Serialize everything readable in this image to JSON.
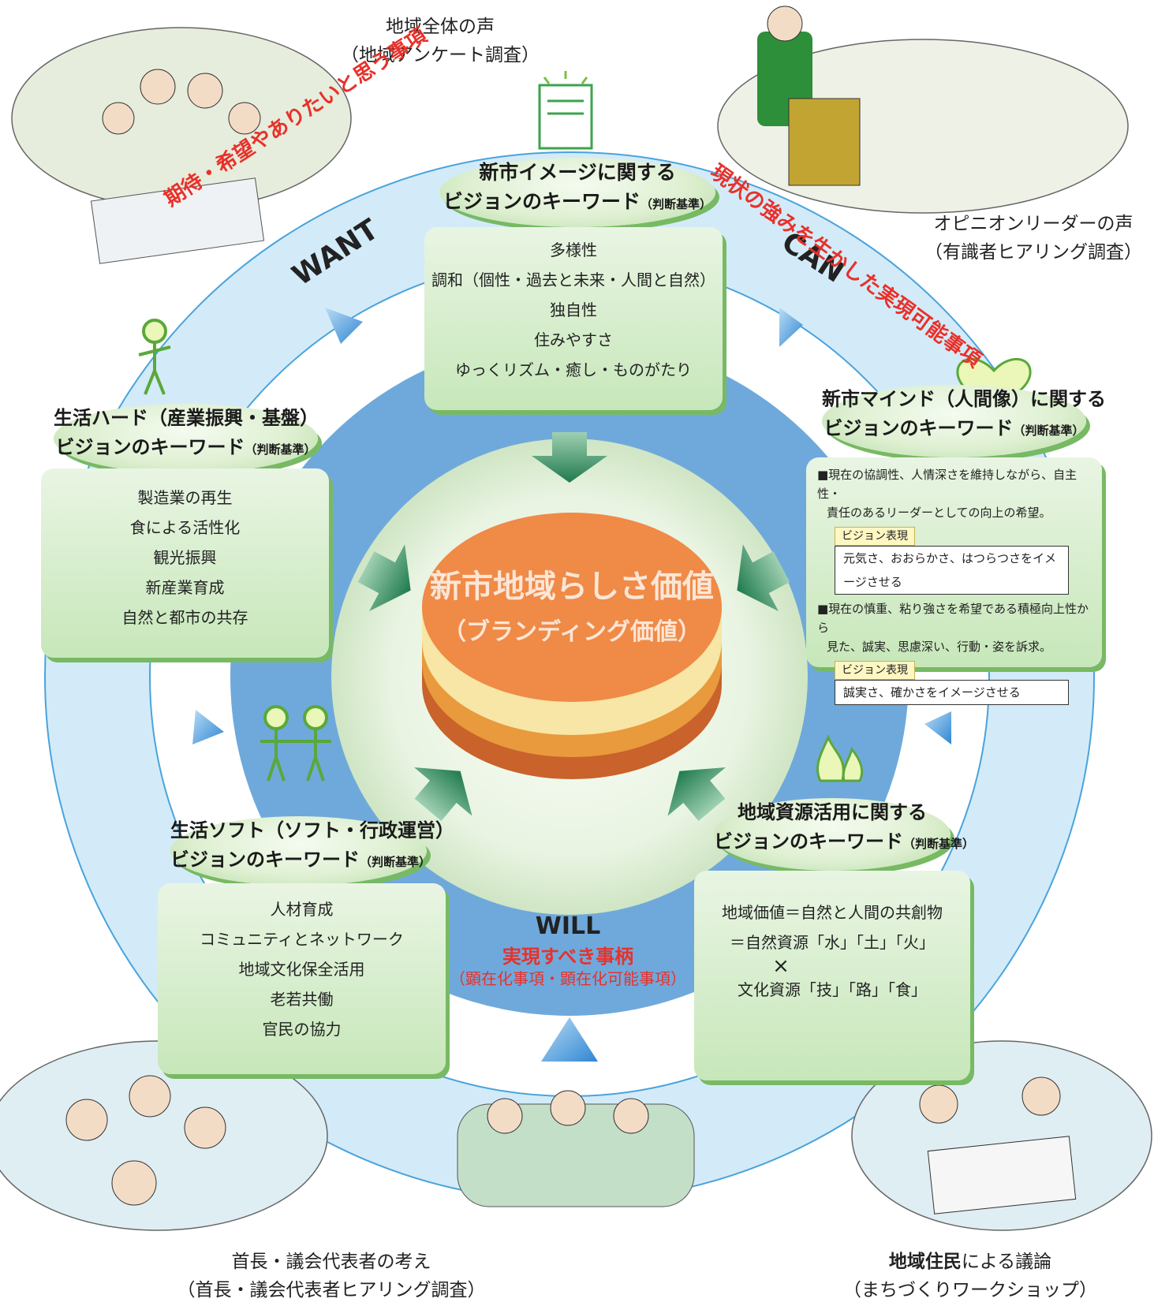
{
  "captions": {
    "top_left_line1": "地域全体の声",
    "top_left_line2": "（地域アンケート調査）",
    "top_right_line1": "オピニオンリーダーの声",
    "top_right_line2": "（有識者ヒアリング調査）",
    "bottom_left_line1": "首長・議会代表者の考え",
    "bottom_left_line2": "（首長・議会代表者ヒアリング調査）",
    "bottom_right_line1_bold": "地域住民",
    "bottom_right_line1_rest": "による議論",
    "bottom_right_line2": "（まちづくりワークショップ）"
  },
  "ring": {
    "want_label": "WANT",
    "want_desc": "期待・希望やありたいと思う事項",
    "can_label": "CAN",
    "can_desc": "現状の強みを生かした実現可能事項",
    "will_label": "WILL",
    "will_desc": "実現すべき事柄",
    "will_sub": "（顕在化事項・顕在化可能事項）"
  },
  "center": {
    "title": "新市地域らしさ価値",
    "subtitle": "（ブランディング価値）"
  },
  "image_block": {
    "title1": "新市イメージに関する",
    "title2": "ビジョンのキーワード",
    "note": "（判断基準）",
    "items": [
      "多様性",
      "調和（個性・過去と未来・人間と自然）",
      "独自性",
      "住みやすさ",
      "ゆっくリズム・癒し・ものがたり"
    ]
  },
  "hard_block": {
    "title1": "生活ハード（産業振興・基盤）",
    "title2": "ビジョンのキーワード",
    "note": "（判断基準）",
    "items": [
      "製造業の再生",
      "食による活性化",
      "観光振興",
      "新産業育成",
      "自然と都市の共存"
    ]
  },
  "mind_block": {
    "title1": "新市マインド（人間像）に関する",
    "title2": "ビジョンのキーワード",
    "note": "（判断基準）",
    "para1_line1": "■現在の協調性、人情深さを維持しながら、自主性・",
    "para1_line2": "責任のあるリーダーとしての向上の希望。",
    "tag1": "ビジョン表現",
    "expr1": "元気さ、おおらかさ、はつらつさをイメージさせる",
    "para2_line1": "■現在の慎重、粘り強さを希望である積極向上性から",
    "para2_line2": "見た、誠実、思慮深い、行動・姿を訴求。",
    "tag2": "ビジョン表現",
    "expr2": "誠実さ、確かさをイメージさせる"
  },
  "soft_block": {
    "title1": "生活ソフト（ソフト・行政運営）",
    "title2": "ビジョンのキーワード",
    "note": "（判断基準）",
    "items": [
      "人材育成",
      "コミュニティとネットワーク",
      "地域文化保全活用",
      "老若共働",
      "官民の協力"
    ]
  },
  "resource_block": {
    "title1": "地域資源活用に関する",
    "title2": "ビジョンのキーワード",
    "note": "（判断基準）",
    "line1": "地域価値＝自然と人間の共創物",
    "line2": "＝自然資源「水」「土」「火」",
    "line3": "×",
    "line4": "文化資源「技」「路」「食」"
  },
  "colors": {
    "outer_ring": "#cfe9f7",
    "mid_ring": "#6ea9dc",
    "inner_disc": "#eef6e8",
    "green_box": "#c7e7ba",
    "green_shadow": "#78b964",
    "accent_red": "#e8312a",
    "cake_top": "#f08a47",
    "arrow_green": "#2f8a5a",
    "arrow_blue": "#3a8fd6"
  }
}
